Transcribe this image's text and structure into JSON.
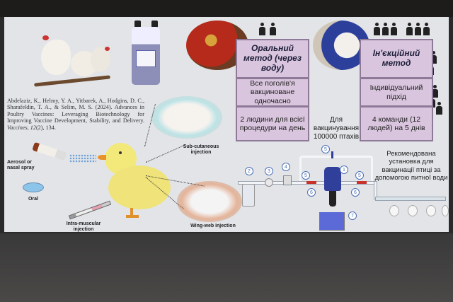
{
  "citation": {
    "authors": "Abdelaziz, K., Helmy, Y. A., Yitbarek, A., Hodgins, D. C., Sharafeldin, T. A., & Selim, M. S. (2024).",
    "title": "Advances in Poultry Vaccines: Leveraging Biotechnology for Improving Vaccine Development, Stability, and Delivery.",
    "journal": "Vaccines",
    "volume": "12",
    "issue_pages": "(2), 134."
  },
  "routes": {
    "aerosol": "Aerosol or nasal spray",
    "oral": "Oral",
    "intramuscular": "Intra-muscular injection",
    "subcutaneous": "Sub-cutaneous injection",
    "wingweb": "Wing-web injection"
  },
  "oral_method": {
    "title": "Оральний метод (через воду)",
    "row1": "Все поголів'я вакциноване одночасно",
    "row2": "2 людини для всієї процедури на день"
  },
  "injection_method": {
    "title": "Ін'єкційний метод",
    "row1": "Індивідуальний підхід",
    "row2": "4 команди (12 людей) на 5 днів"
  },
  "center_note": "Для вакцинування 100000 птахів",
  "installation_caption": "Рекомендована установка для вакцинації птиці за допомогою питної води",
  "diagram_numbers": [
    "1",
    "2",
    "3",
    "4",
    "5",
    "5",
    "5",
    "6",
    "6",
    "7"
  ],
  "colors": {
    "box": "#d9c5de",
    "box_border": "#8e7a98",
    "number": "#4a6fb5",
    "slide": "#e2e4e8"
  }
}
